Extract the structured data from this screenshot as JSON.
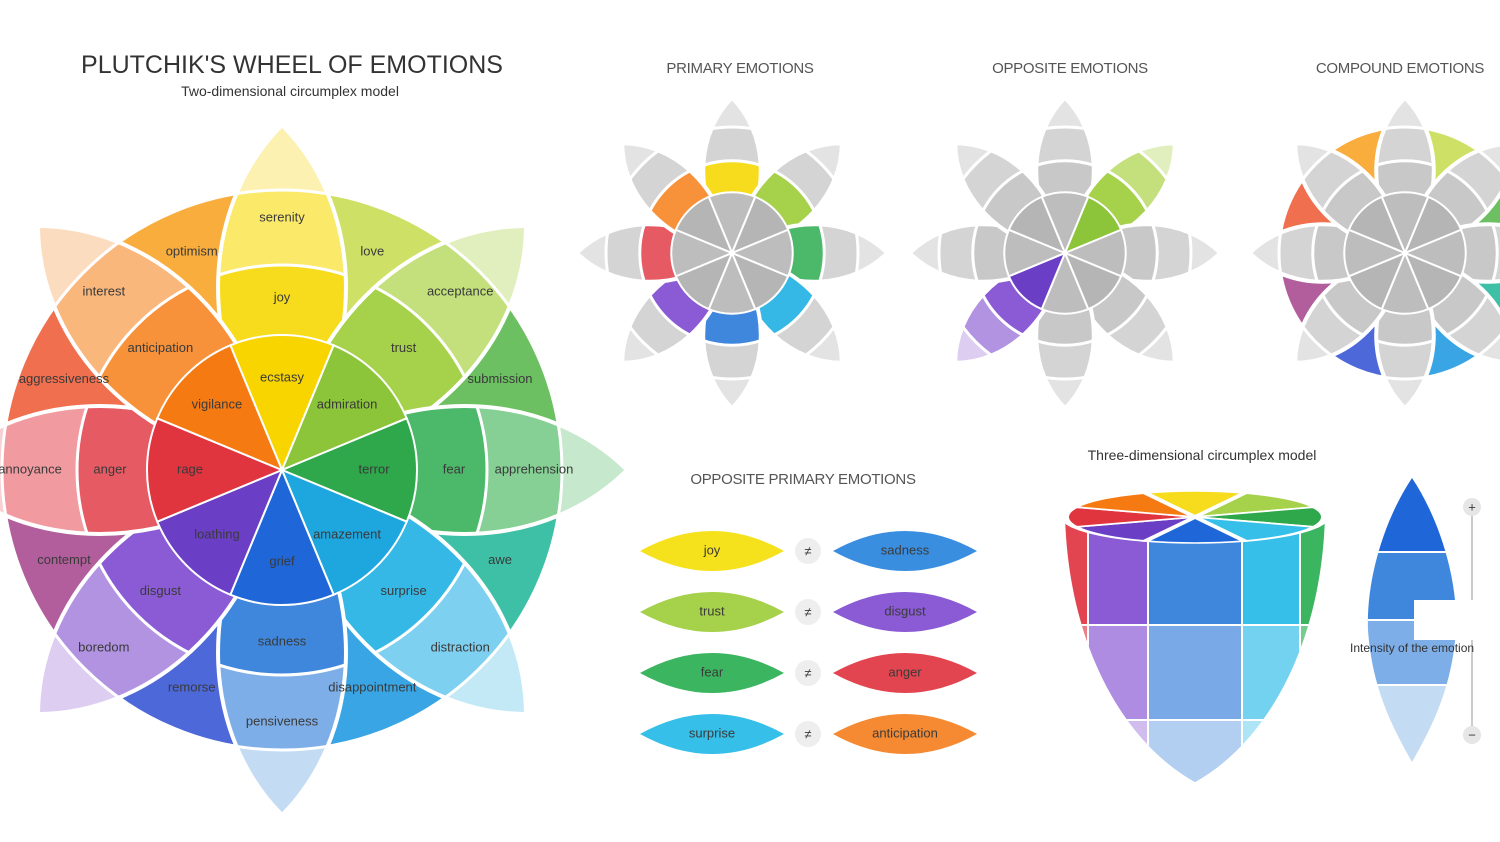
{
  "title": "PLUTCHIK'S WHEEL OF EMOTIONS",
  "subtitle": "Two-dimensional circumplex model",
  "headings": {
    "primary": "PRIMARY EMOTIONS",
    "opposite": "OPPOSITE EMOTIONS",
    "compound": "COMPOUND EMOTIONS",
    "opposite_primary": "OPPOSITE PRIMARY EMOTIONS",
    "three_d": "Three-dimensional circumplex model"
  },
  "emotions": [
    {
      "basic": "joy",
      "intense": "ecstasy",
      "mild": "serenity",
      "color": "#f6dc1c",
      "dark": "#f9d500",
      "light": "#fbe96a",
      "tip": "#fcf1b0"
    },
    {
      "basic": "trust",
      "intense": "admiration",
      "mild": "acceptance",
      "color": "#a6d14a",
      "dark": "#8cc43a",
      "light": "#c4e07c",
      "tip": "#e0efbd"
    },
    {
      "basic": "fear",
      "intense": "terror",
      "mild": "apprehension",
      "color": "#4cb86a",
      "dark": "#2ea84a",
      "light": "#86cf95",
      "tip": "#c6e8cc"
    },
    {
      "basic": "surprise",
      "intense": "amazement",
      "mild": "distraction",
      "color": "#36b8e6",
      "dark": "#1ea6de",
      "light": "#7dd0ef",
      "tip": "#c3e9f7"
    },
    {
      "basic": "sadness",
      "intense": "grief",
      "mild": "pensiveness",
      "color": "#3f86dd",
      "dark": "#1f66d8",
      "light": "#7eaee8",
      "tip": "#c4dbf4"
    },
    {
      "basic": "disgust",
      "intense": "loathing",
      "mild": "boredom",
      "color": "#8a5bd4",
      "dark": "#6a3fc6",
      "light": "#b193e2",
      "tip": "#dccdf1"
    },
    {
      "basic": "anger",
      "intense": "rage",
      "mild": "annoyance",
      "color": "#e65a64",
      "dark": "#e0353f",
      "light": "#f19aa0",
      "tip": "#f8cfd2"
    },
    {
      "basic": "anticipation",
      "intense": "vigilance",
      "mild": "interest",
      "color": "#f7923a",
      "dark": "#f57a12",
      "light": "#f9b77c",
      "tip": "#fcdcbf"
    }
  ],
  "dyads": [
    {
      "label": "love",
      "color": "#cfe067"
    },
    {
      "label": "submission",
      "color": "#6cc062"
    },
    {
      "label": "awe",
      "color": "#3ec0a6"
    },
    {
      "label": "disappointment",
      "color": "#3aa5e4"
    },
    {
      "label": "remorse",
      "color": "#4d68d8"
    },
    {
      "label": "contempt",
      "color": "#b25e9c"
    },
    {
      "label": "aggressiveness",
      "color": "#ef6f4e"
    },
    {
      "label": "optimism",
      "color": "#f8ad3c"
    }
  ],
  "opposite_pairs": [
    {
      "left": "joy",
      "right": "sadness",
      "left_color": "#f6e21c",
      "right_color": "#3a8ee0"
    },
    {
      "left": "trust",
      "right": "disgust",
      "left_color": "#a6d14a",
      "right_color": "#8a5bd4"
    },
    {
      "left": "fear",
      "right": "anger",
      "left_color": "#3cb560",
      "right_color": "#e2454f"
    },
    {
      "left": "surprise",
      "right": "anticipation",
      "left_color": "#36bfe8",
      "right_color": "#f58a32"
    }
  ],
  "not_equal_symbol": "≠",
  "intensity": {
    "plus": "+",
    "minus": "−",
    "label": "Intensity of the emotion"
  },
  "grey": "#c9c9c9"
}
